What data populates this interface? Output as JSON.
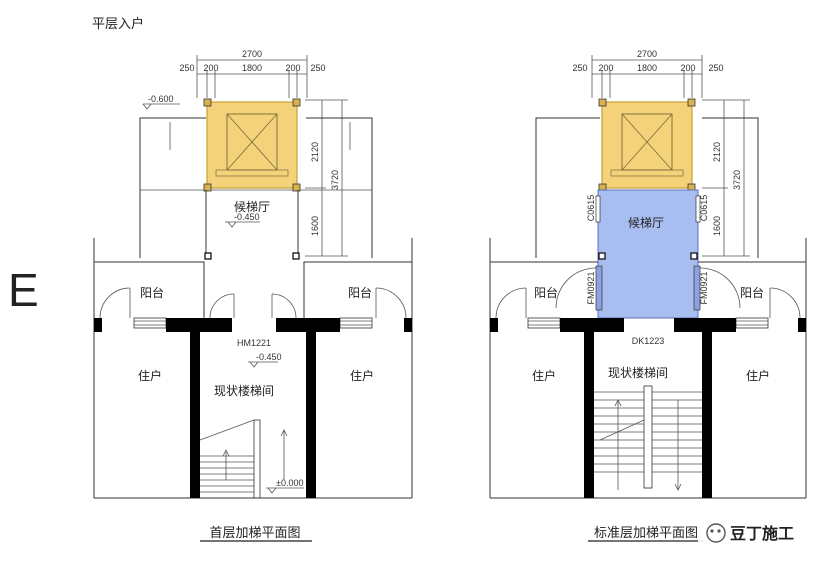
{
  "page": {
    "heading": "平层入户",
    "grid_letter": "E",
    "watermark": "豆丁施工"
  },
  "ground_floor": {
    "title": "首层加梯平面图",
    "dim_top_total": "2700",
    "dim_top_parts": [
      "250",
      "200",
      "1800",
      "200",
      "250"
    ],
    "dim_right": [
      "2120",
      "3720",
      "1600"
    ],
    "level_tl": "-0.600",
    "level_hall": "-0.450",
    "level_door": "-0.450",
    "level_bottom": "±0.000",
    "hall_label": "候梯厅",
    "door_label": "HM1221",
    "balcony_left": "阳台",
    "balcony_right": "阳台",
    "unit_left": "住户",
    "unit_right": "住户",
    "stair_label": "现状楼梯间"
  },
  "standard_floor": {
    "title": "标准层加梯平面图",
    "dim_top_total": "2700",
    "dim_top_parts": [
      "250",
      "200",
      "1800",
      "200",
      "250"
    ],
    "dim_right": [
      "2120",
      "3720",
      "1600"
    ],
    "hall_label": "候梯厅",
    "door_label": "DK1223",
    "window_left": "C0615",
    "window_right": "C0615",
    "fm_left": "FM0921",
    "fm_right": "FM0921",
    "balcony_left": "阳台",
    "balcony_right": "阳台",
    "unit_left": "住户",
    "unit_right": "住户",
    "stair_label": "现状楼梯间"
  },
  "colors": {
    "shaft_fill": "#f3d27a",
    "shaft_stroke": "#c9a033",
    "hall_fill": "#a9bef0",
    "wall": "#000000"
  }
}
